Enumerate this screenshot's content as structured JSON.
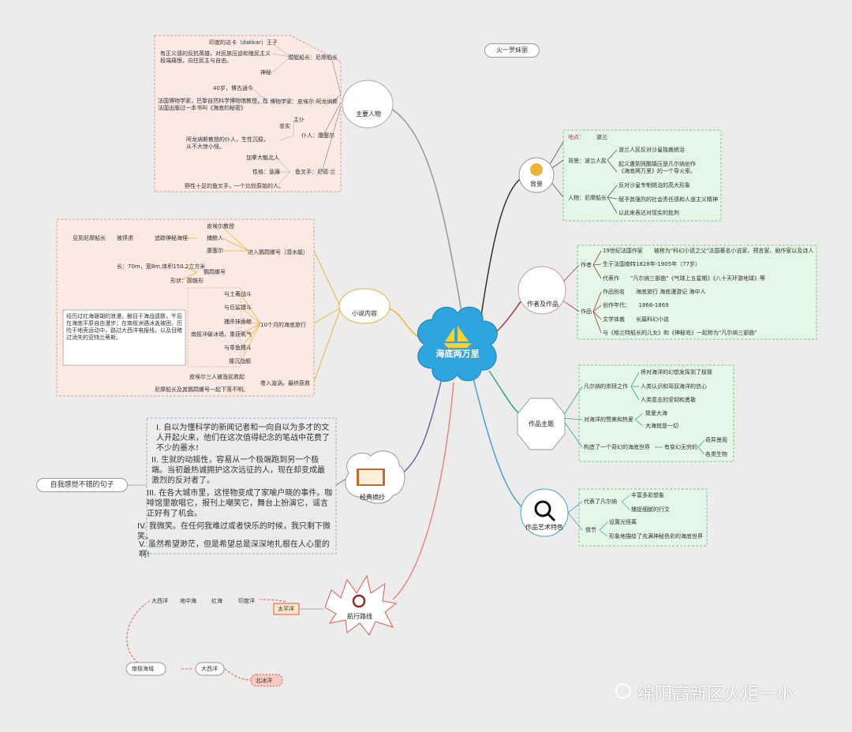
{
  "center": {
    "title": "海底两万里"
  },
  "corner_tag": "火一罗妹丽",
  "watermark": "绵阳高新区火炬一小",
  "characters": {
    "label": "主要人物",
    "captain_lines": [
      "印度的达卡（dakkar）王子",
      "有正义感的反抗英雄，对民族压迫和殖民主义极端痛恨，向往民主与自由。",
      "神秘"
    ],
    "captain_label": "潜艇船长：尼摩船长",
    "prof_lines": [
      "40岁，博古通今",
      "法国博物学家，巴黎自然科学博物馆教授，在法国出版过一本书叫《海底的秘密》"
    ],
    "prof_label": "博物学家：皮埃尔·阿龙纳斯",
    "servant_lines": [
      "忠实",
      "阿龙纳斯教授的仆人，生性沉稳，从不大惊小怪。"
    ],
    "servant_small": "主仆",
    "servant_label": "仆人：康塞尔",
    "harpoon_lines": [
      "加拿大魁北人",
      "性格：急躁",
      "野性十足的鱼叉手，一个比较原始的人。"
    ],
    "harpoon_label": "鱼叉手：尼德·兰"
  },
  "background": {
    "label": "背景",
    "place_key": "地点：",
    "place_val": "波兰",
    "bg_key": "背景：波兰人民",
    "bg_lines": [
      "波兰人民反对沙皇独裁统治",
      "起义遭到残酷镇压是凡尔纳创作《海底两万里》的一个导火索。"
    ],
    "person_key": "人物：尼摩船长",
    "person_lines": [
      "反对沙皇专制统治的高大形象",
      "赋予其强烈的社会责任感和人道主义精神",
      "以此来表达对现实的批判"
    ]
  },
  "author": {
    "label": "作者及作品",
    "author_key": "作者",
    "author_lines": [
      "19世纪法国作家　　被称为\"科幻小说之父\"法国著名小说家、预言家、剧作家以及诗人",
      "生于法国南特1828年-1905年（77岁）",
      "代表作　　\"凡尔纳三部曲\"《气球上五星期》《八十天环游地球》等"
    ],
    "work_key": "作品",
    "work_lines": [
      "作品别名　　海底旅行 海底漫游记 海中人",
      "创作年代：　　1866-1869",
      "文学体裁　　长篇科幻小说",
      "与《格兰特船长的儿女》和《神秘岛》一起称为\"凡尔纳三部曲\""
    ]
  },
  "theme": {
    "label": "作品主题",
    "k1": "凡尔纳的崇拜之作",
    "k1_lines": [
      "将对海洋的幻想发挥到了极致",
      "人类认识和驾驭海洋的信心",
      "人类意志的坚韧和勇敢"
    ],
    "k2": "对海洋的赞美和热爱",
    "k2_lines": [
      "致爱大海",
      "大海就是一切"
    ],
    "k3": "构造了一个奇幻的海底世界",
    "k3_mid": "有变幻无穷的",
    "k3_lines": [
      "奇异景观",
      "各类生物"
    ]
  },
  "art": {
    "label": "作品艺术特色",
    "k1": "代表了凡尔纳",
    "k1_lines": [
      "丰富多彩想象",
      "捕捉细腻的行文"
    ],
    "k2": "情节",
    "k2_lines": [
      "设置光怪离",
      "形象地描绘了充满神秘色彩的海底世界"
    ]
  },
  "story": {
    "label": "小说内容",
    "left_note": "见到尼摩船长　　被俘虏",
    "chase": "追踪神秘海怪",
    "people": [
      "皮埃尔教授",
      "捕鲸人",
      "康塞尔"
    ],
    "enter": "进入鹦鹉螺号（潜水艇）",
    "size": "长：70m，宽8m,体积150.2立方米",
    "shape": "形状：圆锥形",
    "nautilus": "鹦鹉螺号",
    "events": [
      "与土著战斗",
      "与巨鲨搏斗",
      "捕杀抹香鲸",
      "南极冲破冰墙，重获氧气",
      "与章鱼搏斗",
      "撞沉战舰"
    ],
    "ten_months": "10个月的海底旅行",
    "left_long": "经历过红海珊瑚的浪漫，触目于海战遗骸，午后在海底平原自由漫步；在南极洲遇冰盖被困，历险于地壳运动中，路过大西洋电报线，以及目睹过消失的亚特兰蒂斯。",
    "end1": "皮埃尔三人被渔民救起",
    "end2": "尼摩船长及其鹦鹉螺号一起下落不明。",
    "whirl": "卷入漩涡，最终获救"
  },
  "quotes": {
    "label": "经典摘抄",
    "side": "自我感觉不错的句子",
    "items": [
      "I. 自以为懂科学的新闻记者和一向自以为多才的文人开起火来，他们在这次值得纪念的笔战中花费了不少的墨水!",
      "II. 生就的动摇性，容易从一个极端跑到另一个极端。当初最热诚拥护这次远征的人，现在却变成最激烈的反对者了。",
      "III. 在各大城市里，这怪物变成了家喻户晓的事件。咖啡馆里歌唱它，报刊上嘲笑它，舞台上扮演它，谣言正好有了机会。",
      "IV. 我微笑。在任何我难过或者快乐的时候，我只剩下微笑。",
      "V. 虽然希望渺茫，但是希望总是深深地扎根在人心里的啊!"
    ]
  },
  "route": {
    "label": "航行路线",
    "chain": [
      "大西洋",
      "地中海",
      "红海",
      "印度洋"
    ],
    "pacific": "太平洋",
    "south": "南极海域",
    "atlantic2": "大西洋",
    "arctic": "北冰洋"
  }
}
